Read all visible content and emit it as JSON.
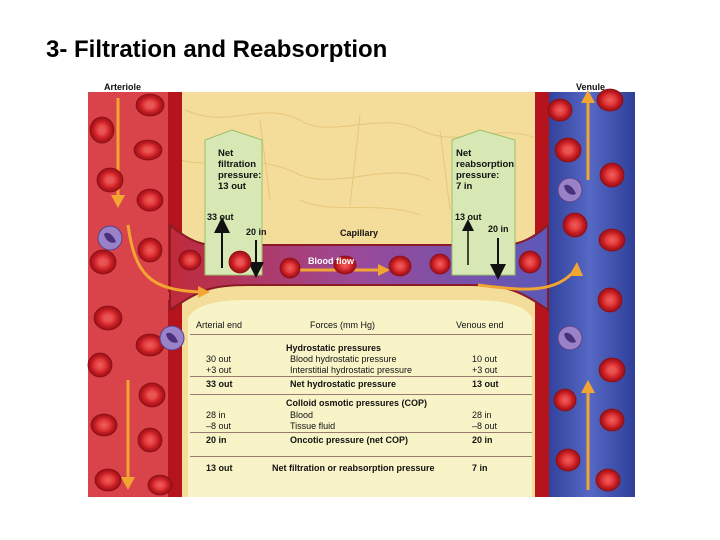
{
  "title": "3- Filtration and Reabsorption",
  "labels": {
    "arteriole": "Arteriole",
    "venule": "Venule",
    "capillary": "Capillary",
    "blood_flow": "Blood flow"
  },
  "arterial_box": {
    "lines": [
      "Net",
      "filtration",
      "pressure:",
      "13 out"
    ],
    "out_value": "33 out",
    "in_value": "20 in"
  },
  "venous_box": {
    "lines": [
      "Net",
      "reabsorption",
      "pressure:",
      "7 in"
    ],
    "out_value": "13 out",
    "in_value": "20 in"
  },
  "table": {
    "headers": {
      "left": "Arterial end",
      "center": "Forces (mm Hg)",
      "right": "Venous end"
    },
    "hydrostatic_title": "Hydrostatic pressures",
    "hydrostatic_rows": [
      {
        "left": "30 out",
        "center": "Blood hydrostatic pressure",
        "right": "10 out"
      },
      {
        "left": "+3 out",
        "center": "Interstitial hydrostatic pressure",
        "right": "+3 out"
      }
    ],
    "net_hydrostatic": {
      "left": "33 out",
      "center": "Net hydrostatic pressure",
      "right": "13 out"
    },
    "colloid_title": "Colloid osmotic pressures (COP)",
    "colloid_rows": [
      {
        "left": "28 in",
        "center": "Blood",
        "right": "28 in"
      },
      {
        "left": "–8 out",
        "center": "Tissue fluid",
        "right": "–8 out"
      }
    ],
    "oncotic": {
      "left": "20 in",
      "center": "Oncotic pressure (net COP)",
      "right": "20 in"
    },
    "net_filtration": {
      "left": "13 out",
      "center": "Net filtration or reabsorption pressure",
      "right": "7 in"
    }
  },
  "colors": {
    "arterial_blood": "#c8202a",
    "venous_blood": "#3b4fa8",
    "tissue": "#f4dc9a",
    "interstitial": "#f8f4c8",
    "pressure_box": "#d7e8b4",
    "flow_arrow": "#f2a531"
  }
}
